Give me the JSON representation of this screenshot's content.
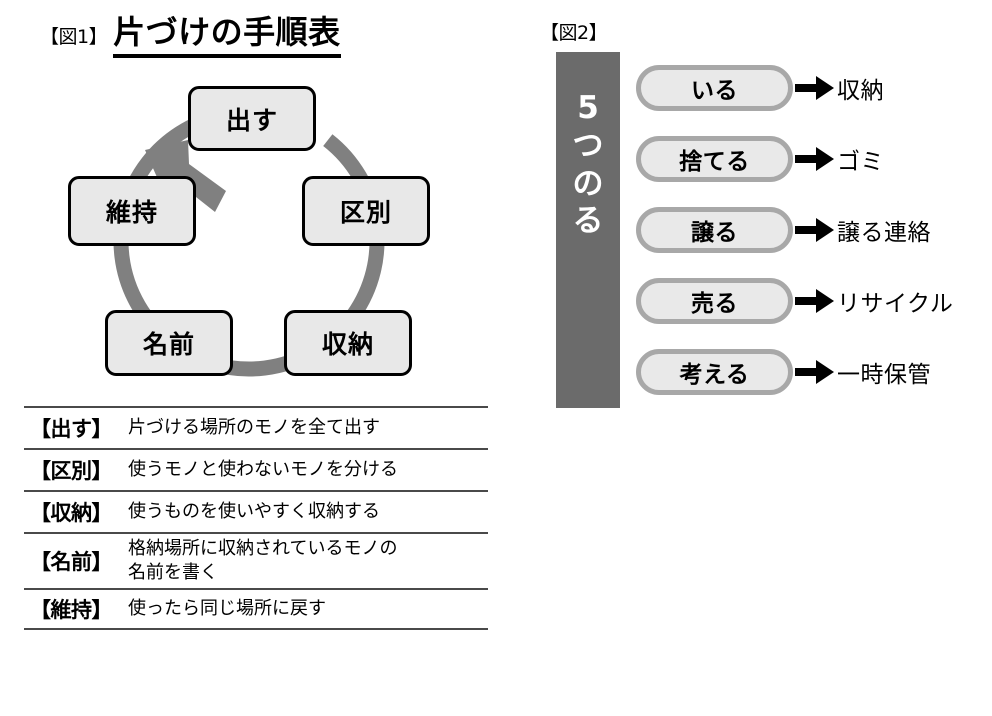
{
  "figure1": {
    "tag": "【図1】",
    "title": "片づけの手順表",
    "cycle": {
      "direction": "clockwise",
      "ring_color": "#808080",
      "box_fill": "#e8e8e8",
      "box_border": "#000000",
      "nodes": [
        {
          "label": "出す",
          "position": "top"
        },
        {
          "label": "区別",
          "position": "right"
        },
        {
          "label": "収納",
          "position": "bottom-right"
        },
        {
          "label": "名前",
          "position": "bottom-left"
        },
        {
          "label": "維持",
          "position": "left"
        }
      ]
    },
    "table": {
      "rows": [
        {
          "label": "【出す】",
          "description": "片づける場所のモノを全て出す"
        },
        {
          "label": "【区別】",
          "description": "使うモノと使わないモノを分ける"
        },
        {
          "label": "【収納】",
          "description": "使うものを使いやすく収納する"
        },
        {
          "label": "【名前】",
          "description": "格納場所に収納されているモノの\n名前を書く"
        },
        {
          "label": "【維持】",
          "description": "使ったら同じ場所に戻す"
        }
      ]
    }
  },
  "figure2": {
    "tag": "【図2】",
    "bar": {
      "background": "#6b6b6b",
      "text_color": "#ffffff",
      "characters": [
        "5",
        "つ",
        "の",
        "る"
      ]
    },
    "pill_fill": "#e9e9e9",
    "pill_border": "#a8a8a8",
    "rows": [
      {
        "action": "いる",
        "arrow": "right-arrow-icon",
        "destination": "収納"
      },
      {
        "action": "捨てる",
        "arrow": "right-arrow-icon",
        "destination": "ゴミ"
      },
      {
        "action": "譲る",
        "arrow": "right-arrow-icon",
        "destination": "譲る連絡"
      },
      {
        "action": "売る",
        "arrow": "right-arrow-icon",
        "destination": "リサイクル"
      },
      {
        "action": "考える",
        "arrow": "right-arrow-icon",
        "destination": "一時保管"
      }
    ]
  }
}
